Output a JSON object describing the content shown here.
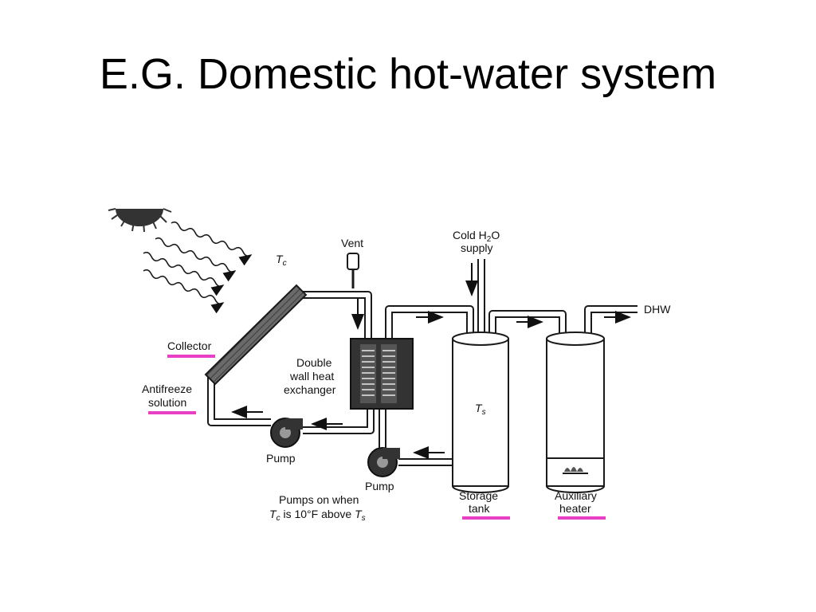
{
  "slide": {
    "title": "E.G. Domestic hot-water system"
  },
  "diagram": {
    "labels": {
      "vent": "Vent",
      "tc": "T",
      "tc_sub": "c",
      "cold_line1": "Cold H",
      "cold_sub": "2",
      "cold_o": "O",
      "cold_line2": "supply",
      "dhw": "DHW",
      "collector": "Collector",
      "antifreeze_line1": "Antifreeze",
      "antifreeze_line2": "solution",
      "exchanger_line1": "Double",
      "exchanger_line2": "wall heat",
      "exchanger_line3": "exchanger",
      "ts": "T",
      "ts_sub": "s",
      "pump_left": "Pump",
      "pump_right": "Pump",
      "pumps_line1": "Pumps on when",
      "pumps_line2_a": "T",
      "pumps_line2_a_sub": "c",
      "pumps_line2_b": " is 10°F above ",
      "pumps_line2_c": "T",
      "pumps_line2_c_sub": "s",
      "storage_line1": "Storage",
      "storage_line2": "tank",
      "aux_line1": "Auxiliary",
      "aux_line2": "heater"
    },
    "colors": {
      "underline": "#e83fc4",
      "ink": "#1a1a1a",
      "collector_fill": "#5a5a5a",
      "exchanger_fill": "#3a3a3a"
    }
  }
}
